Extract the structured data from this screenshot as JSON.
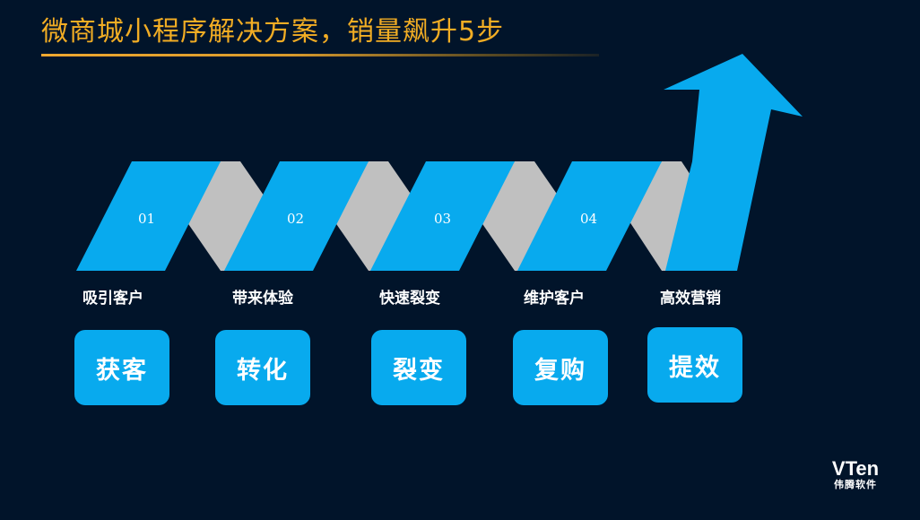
{
  "slide": {
    "title": "微商城小程序解决方案，销量飙升5步"
  },
  "colors": {
    "background": "#01142a",
    "accent_blue": "#08aaee",
    "connector_gray": "#c0c0c0",
    "title_gold": "#f2ad24"
  },
  "steps": [
    {
      "number": "01",
      "label": "吸引客户",
      "stage": "获客"
    },
    {
      "number": "02",
      "label": "带来体验",
      "stage": "转化"
    },
    {
      "number": "03",
      "label": "快速裂变",
      "stage": "裂变"
    },
    {
      "number": "04",
      "label": "维护客户",
      "stage": "复购"
    },
    {
      "number": "",
      "label": "高效营销",
      "stage": "提效"
    }
  ],
  "logo": {
    "mark": "VTen",
    "name": "伟腾软件"
  }
}
